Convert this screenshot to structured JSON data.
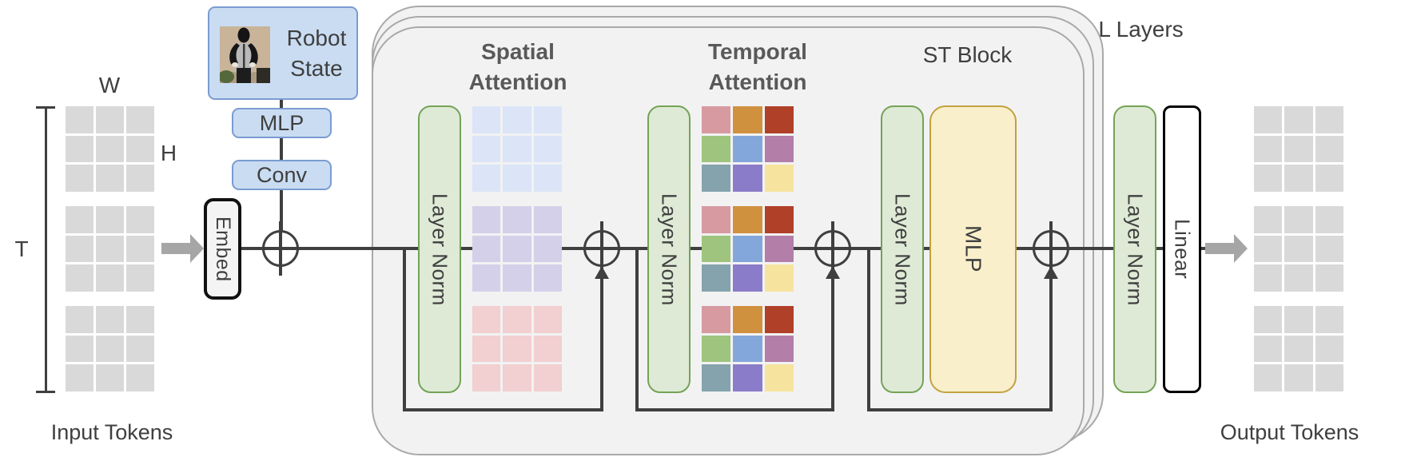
{
  "left": {
    "w_label": "W",
    "h_label": "H",
    "t_label": "T",
    "caption": "Input Tokens"
  },
  "robot": {
    "title": "Robot\nState",
    "mlp": "MLP",
    "conv": "Conv"
  },
  "embed_label": "Embed",
  "block": {
    "spatial_title": "Spatial\nAttention",
    "temporal_title": "Temporal\nAttention",
    "st_block_label": "ST Block",
    "l_layers_label": "L Layers",
    "layer_norm": "Layer Norm",
    "mlp": "MLP"
  },
  "right": {
    "linear": "Linear",
    "caption": "Output Tokens"
  },
  "colors": {
    "token_cell": "#d9d9d9",
    "block_fill": "#f2f2f3",
    "block_border": "#a9a9a9",
    "layer_norm_fill": "#deead6",
    "layer_norm_border": "#74a356",
    "mlp_fill": "#f9efcb",
    "mlp_border": "#c2a23f",
    "robot_box_fill": "#c9dcf2",
    "robot_box_border": "#7b9bd1",
    "line": "#3f3f3f",
    "gray_arrow": "#a6a6a6",
    "title_text": "#595959",
    "label_text": "#3f3f3f"
  },
  "grids": {
    "spatial": [
      "#dbe5f7",
      "#d5d0e9",
      "#f2cfd0"
    ],
    "temporal": [
      [
        "#d79aa1",
        "#d0913f",
        "#b04028"
      ],
      [
        "#9ec47d",
        "#84a7db",
        "#b37ea8"
      ],
      [
        "#84a3ac",
        "#8a7cc8",
        "#f6e49e"
      ]
    ]
  }
}
